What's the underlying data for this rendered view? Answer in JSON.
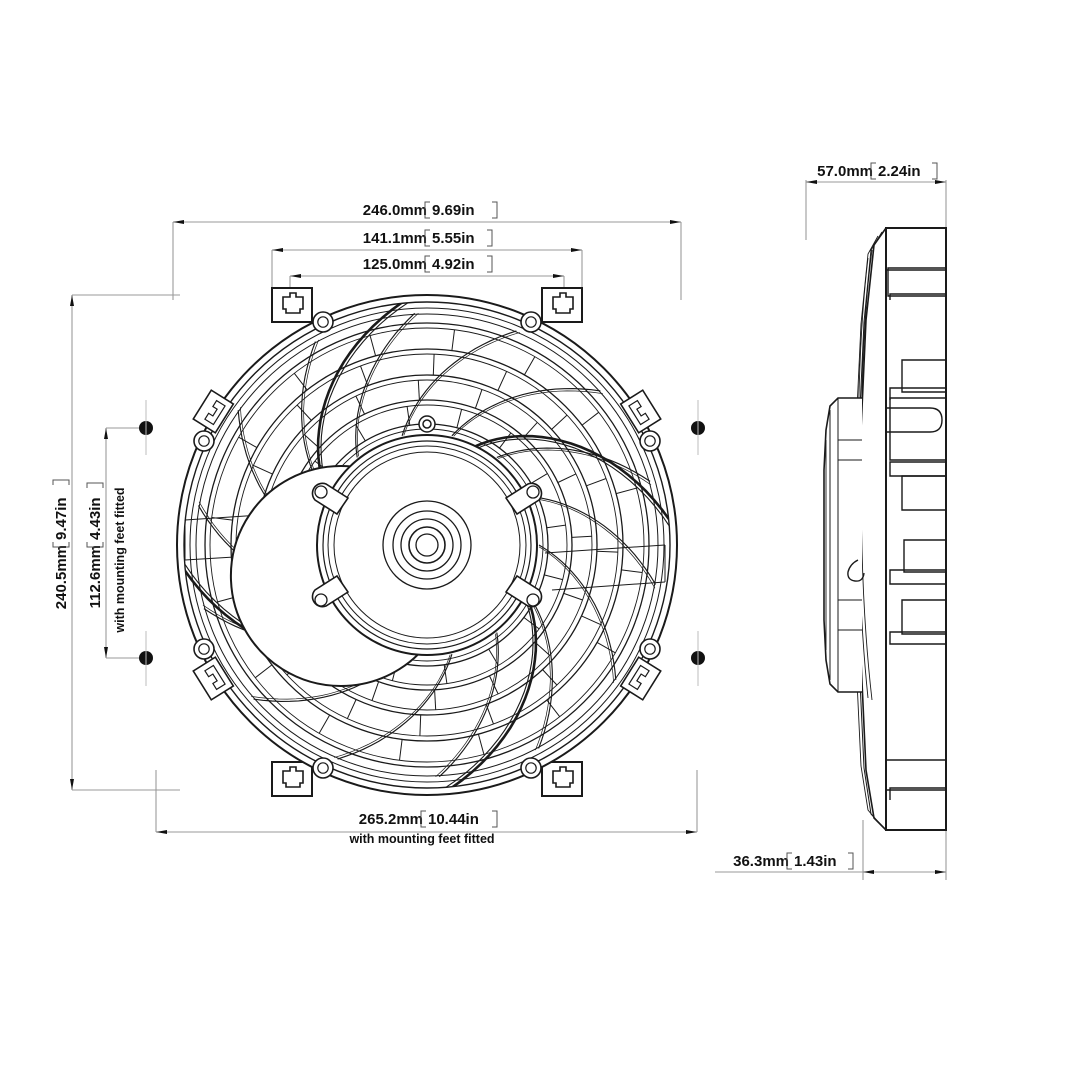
{
  "drawing": {
    "title": "Cooling Fan Technical Dimension Drawing",
    "views": {
      "front": "front-view",
      "side": "side-view"
    },
    "line_color": "#1a1a1a",
    "dimension_line_color": "#9a9a9a",
    "background_color": "#ffffff",
    "text_color": "#111111"
  },
  "dimensions": {
    "front_width_overall": {
      "mm": "246.0mm",
      "inch": "9.69in",
      "note": ""
    },
    "front_width_mid": {
      "mm": "141.1mm",
      "inch": "5.55in",
      "note": ""
    },
    "front_width_inner": {
      "mm": "125.0mm",
      "inch": "4.92in",
      "note": ""
    },
    "front_height_overall": {
      "mm": "240.5mm",
      "inch": "9.47in",
      "note": ""
    },
    "front_height_feet": {
      "mm": "112.6mm",
      "inch": "4.43in",
      "note": "with mounting feet fitted"
    },
    "front_width_feet": {
      "mm": "265.2mm",
      "inch": "10.44in",
      "note": "with mounting feet fitted"
    },
    "side_depth_overall": {
      "mm": "57.0mm",
      "inch": "2.24in",
      "note": ""
    },
    "side_depth_body": {
      "mm": "36.3mm",
      "inch": "1.43in",
      "note": ""
    }
  },
  "labels": {
    "mounting_feet_note": "with mounting feet fitted"
  }
}
